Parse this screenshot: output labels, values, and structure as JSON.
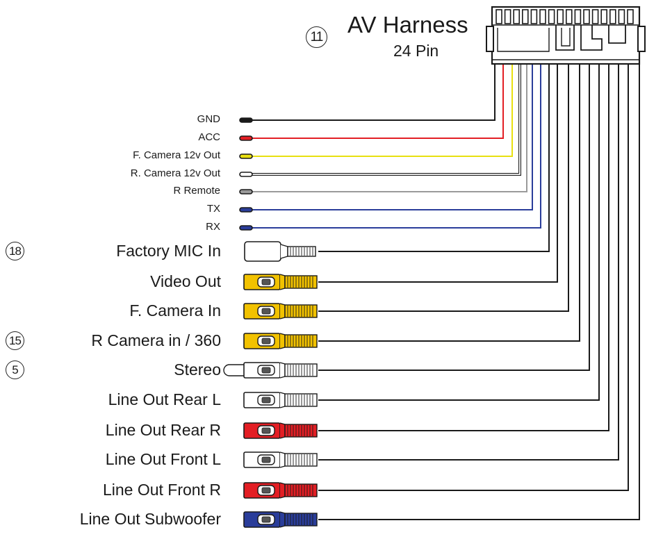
{
  "header": {
    "title": "AV Harness",
    "subtitle": "24 Pin",
    "callout": "11"
  },
  "colors": {
    "black": "#1a1a1a",
    "red": "#e31e24",
    "yellow": "#e8e010",
    "white": "#ffffff",
    "gray": "#9a9a9a",
    "blue": "#2a3d9a",
    "rca_yellow": "#f2c200",
    "rca_red": "#e31e24",
    "rca_blue": "#2a3d9a"
  },
  "wires": [
    {
      "label": "GND",
      "color": "black"
    },
    {
      "label": "ACC",
      "color": "red"
    },
    {
      "label": "F. Camera 12v Out",
      "color": "yellow"
    },
    {
      "label": "R. Camera 12v Out",
      "color": "white"
    },
    {
      "label": "R Remote",
      "color": "gray"
    },
    {
      "label": "TX",
      "color": "blue"
    },
    {
      "label": "RX",
      "color": "blue"
    }
  ],
  "connectors": [
    {
      "label": "Factory MIC In",
      "type": "mic",
      "color": "white",
      "callout": "18"
    },
    {
      "label": "Video Out",
      "type": "rca",
      "color": "rca_yellow"
    },
    {
      "label": "F. Camera In",
      "type": "rca",
      "color": "rca_yellow"
    },
    {
      "label": "R Camera in / 360",
      "type": "rca",
      "color": "rca_yellow",
      "callout": "15"
    },
    {
      "label": "Stereo",
      "type": "rca-male",
      "color": "white",
      "callout": "5"
    },
    {
      "label": "Line Out Rear L",
      "type": "rca",
      "color": "white"
    },
    {
      "label": "Line Out Rear R",
      "type": "rca",
      "color": "rca_red"
    },
    {
      "label": "Line Out Front L",
      "type": "rca",
      "color": "white"
    },
    {
      "label": "Line Out Front R",
      "type": "rca",
      "color": "rca_red"
    },
    {
      "label": "Line Out Subwoofer",
      "type": "rca",
      "color": "rca_blue"
    }
  ]
}
